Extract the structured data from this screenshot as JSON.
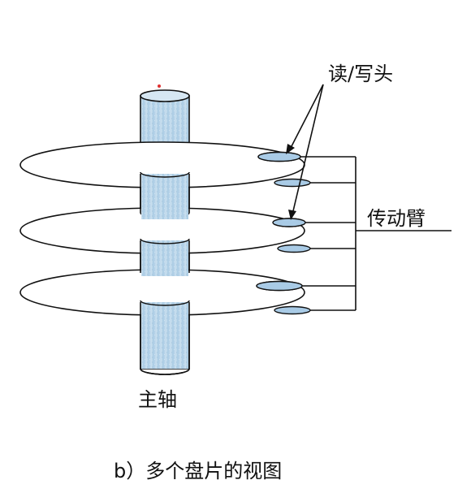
{
  "labels": {
    "read_write_head": "读/写头",
    "actuator_arm": "传动臂",
    "spindle": "主轴",
    "caption": "b）多个盘片的视图"
  },
  "colors": {
    "spindle_fill": "#b9d6ea",
    "head_fill": "#a9cbe6",
    "line": "#111111",
    "accent_dot": "#e03030"
  },
  "icons": {
    "spindle": "spindle-cylinder",
    "platter": "platter-ellipse",
    "head": "read-write-head"
  }
}
